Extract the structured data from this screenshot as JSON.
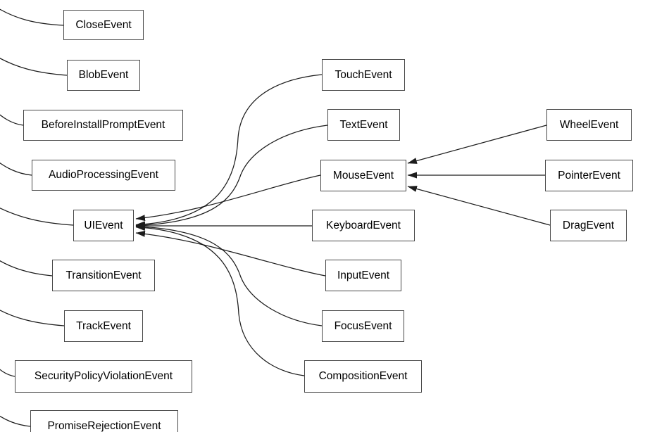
{
  "diagram": {
    "type": "class-hierarchy-graph",
    "colors": {
      "background": "#ffffff",
      "edge": "#1c1c1c",
      "node_border": "#474747",
      "node_fill": "#ffffff",
      "text": "#000000"
    },
    "nodes": [
      {
        "label": "CloseEvent"
      },
      {
        "label": "BlobEvent"
      },
      {
        "label": "BeforeInstallPromptEvent"
      },
      {
        "label": "AudioProcessingEvent"
      },
      {
        "label": "UIEvent"
      },
      {
        "label": "TransitionEvent"
      },
      {
        "label": "TrackEvent"
      },
      {
        "label": "SecurityPolicyViolationEvent"
      },
      {
        "label": "PromiseRejectionEvent"
      },
      {
        "label": "TouchEvent"
      },
      {
        "label": "TextEvent"
      },
      {
        "label": "MouseEvent"
      },
      {
        "label": "KeyboardEvent"
      },
      {
        "label": "InputEvent"
      },
      {
        "label": "FocusEvent"
      },
      {
        "label": "CompositionEvent"
      },
      {
        "label": "WheelEvent"
      },
      {
        "label": "PointerEvent"
      },
      {
        "label": "DragEvent"
      }
    ],
    "edges": [
      {
        "from": "TouchEvent",
        "to": "UIEvent",
        "arrowhead": true
      },
      {
        "from": "TextEvent",
        "to": "UIEvent",
        "arrowhead": true
      },
      {
        "from": "MouseEvent",
        "to": "UIEvent",
        "arrowhead": true
      },
      {
        "from": "KeyboardEvent",
        "to": "UIEvent",
        "arrowhead": true
      },
      {
        "from": "InputEvent",
        "to": "UIEvent",
        "arrowhead": true
      },
      {
        "from": "FocusEvent",
        "to": "UIEvent",
        "arrowhead": true
      },
      {
        "from": "CompositionEvent",
        "to": "UIEvent",
        "arrowhead": true
      },
      {
        "from": "WheelEvent",
        "to": "MouseEvent",
        "arrowhead": true
      },
      {
        "from": "PointerEvent",
        "to": "MouseEvent",
        "arrowhead": true
      },
      {
        "from": "DragEvent",
        "to": "MouseEvent",
        "arrowhead": true
      },
      {
        "from": "CloseEvent",
        "to": "offscreen-left",
        "arrowhead": false
      },
      {
        "from": "BlobEvent",
        "to": "offscreen-left",
        "arrowhead": false
      },
      {
        "from": "BeforeInstallPromptEvent",
        "to": "offscreen-left",
        "arrowhead": false
      },
      {
        "from": "AudioProcessingEvent",
        "to": "offscreen-left",
        "arrowhead": false
      },
      {
        "from": "UIEvent",
        "to": "offscreen-left",
        "arrowhead": false
      },
      {
        "from": "TransitionEvent",
        "to": "offscreen-left",
        "arrowhead": false
      },
      {
        "from": "TrackEvent",
        "to": "offscreen-left",
        "arrowhead": false
      },
      {
        "from": "SecurityPolicyViolationEvent",
        "to": "offscreen-left",
        "arrowhead": false
      },
      {
        "from": "PromiseRejectionEvent",
        "to": "offscreen-left",
        "arrowhead": false
      }
    ]
  }
}
